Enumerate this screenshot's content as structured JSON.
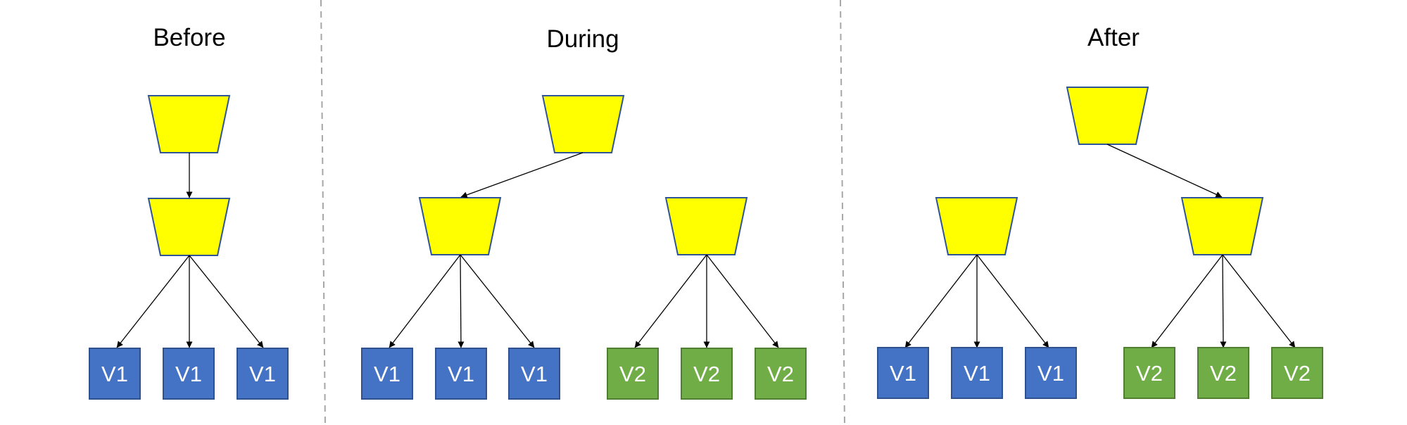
{
  "panels": {
    "before": {
      "title": "Before"
    },
    "during": {
      "title": "During"
    },
    "after": {
      "title": "After"
    }
  },
  "labels": {
    "v1": "V1",
    "v2": "V2"
  },
  "colors": {
    "load_balancer_fill": "#ffff00",
    "load_balancer_stroke": "#2f5597",
    "v1_fill": "#4472c4",
    "v2_fill": "#70ad47",
    "divider": "#a6a6a6"
  }
}
